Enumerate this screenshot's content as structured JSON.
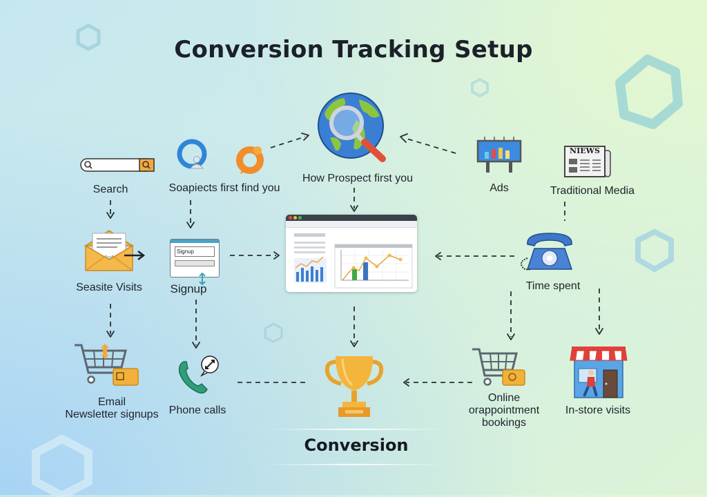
{
  "title": "Conversion Tracking Setup",
  "nodes": {
    "search": {
      "label": "Search",
      "icon": "search-bar-icon"
    },
    "first_find": {
      "label": "Soapiects first find you",
      "icon": "profile-icon"
    },
    "chat": {
      "icon": "chat-bubble-icon"
    },
    "globe": {
      "label": "How Prospect first you",
      "icon": "globe-magnifier-icon"
    },
    "ads": {
      "label": "Ads",
      "icon": "billboard-icon"
    },
    "traditional_media": {
      "label": "Traditional Media",
      "icon": "newspaper-icon",
      "newspaper_text": "NIEWS"
    },
    "website_visits": {
      "label": "Seasite Visits",
      "icon": "envelope-icon"
    },
    "signup": {
      "label": "Signup",
      "icon": "signup-form-icon",
      "field_text": "Signup"
    },
    "dashboard": {
      "icon": "analytics-dashboard-icon"
    },
    "time_spent": {
      "label": "Time spent",
      "icon": "rotary-phone-icon"
    },
    "email_newsletter": {
      "label_line1": "Email",
      "label_line2": "Newsletter signups",
      "icon": "shopping-cart-icon"
    },
    "phone_calls": {
      "label": "Phone calls",
      "icon": "phone-handset-icon"
    },
    "conversion": {
      "label": "Conversion",
      "icon": "trophy-icon"
    },
    "online_bookings": {
      "label_line1": "Online",
      "label_line2": "orappointment",
      "label_line3": "bookings",
      "icon": "shopping-cart-icon"
    },
    "in_store": {
      "label": "In-store visits",
      "icon": "storefront-icon"
    }
  },
  "colors": {
    "globe_blue": "#3b7fd4",
    "globe_green": "#8cc63f",
    "accent_orange": "#f5a623",
    "trophy_gold": "#f2b233",
    "phone_blue": "#3f78c9",
    "phone_green": "#2f9e79",
    "awning_red": "#e0413b",
    "arrow": "#2a2e33"
  }
}
